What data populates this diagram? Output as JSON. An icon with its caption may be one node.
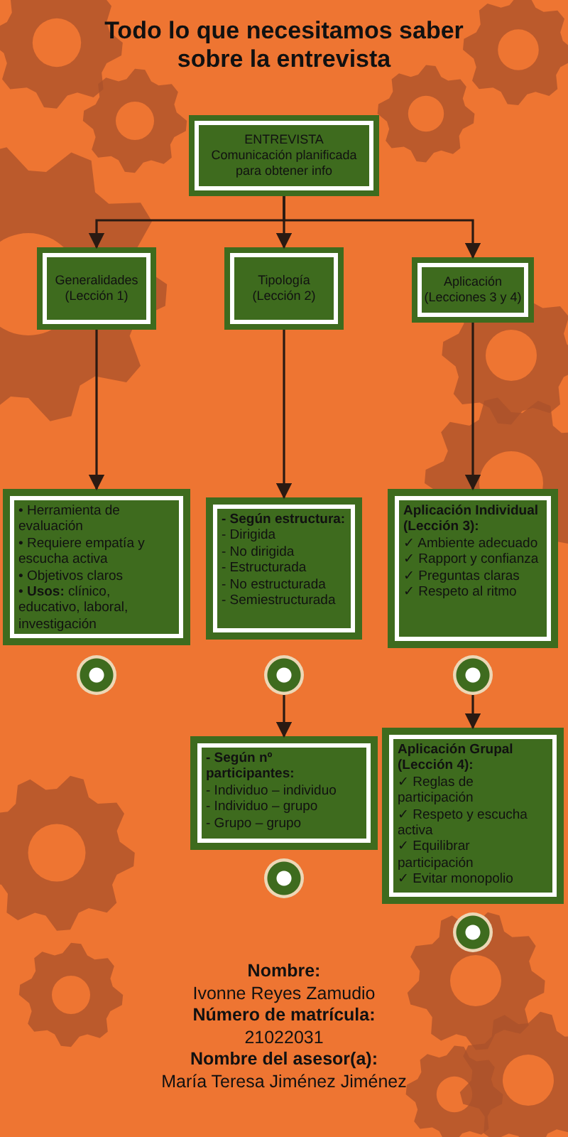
{
  "diagram": {
    "title": "Todo lo que necesitamos saber sobre la entrevista",
    "nodes": [
      {
        "text": [
          "ENTREVISTA",
          "Comunicación planificada para obtener info"
        ]
      },
      {
        "text": [
          "Generalidades (Lección 1)"
        ]
      },
      {
        "text": [
          "Tipología (Lección 2)"
        ]
      },
      {
        "text": [
          "Aplicación (Lecciones 3 y 4)"
        ]
      },
      {
        "text": [
          "• Herramienta de evaluación",
          "• Requiere empatía y escucha activa",
          "• Objetivos claros",
          "• **Usos:** clínico, educativo, laboral, investigación"
        ]
      },
      {
        "text": [
          "- Según estructura:",
          "- Dirigida",
          "- No dirigida",
          "- Estructurada",
          "- No estructurada",
          "- Semiestructurada"
        ]
      },
      {
        "text": [
          "Aplicación Individual (Lección 3):",
          "✓ Ambiente adecuado",
          "✓ Rapport y confianza",
          "✓ Preguntas claras",
          "✓ Respeto al ritmo"
        ]
      },
      {
        "text": [],
        "shape": "circle"
      },
      {
        "text": [],
        "shape": "circle"
      },
      {
        "text": [],
        "shape": "circle"
      },
      {
        "text": [
          "- Según nº participantes:",
          "- Individuo – individuo",
          "- Individuo – grupo",
          "- Grupo – grupo"
        ]
      },
      {
        "text": [
          "Aplicación Grupal (Lección 4):",
          "✓ Reglas de participación",
          "✓ Respeto y escucha activa",
          "✓ Equilibrar participación",
          "✓ Evitar monopolio"
        ]
      },
      {
        "text": [],
        "shape": "circle"
      },
      {
        "text": [],
        "shape": "circle"
      }
    ],
    "edges": [
      {
        "from": 0,
        "to": 1,
        "arrow": "to"
      },
      {
        "from": 0,
        "to": 2,
        "arrow": "to"
      },
      {
        "from": 0,
        "to": 3,
        "arrow": "to"
      },
      {
        "from": 1,
        "to": 4,
        "arrow": "to"
      },
      {
        "from": 2,
        "to": 5,
        "arrow": "to"
      },
      {
        "from": 3,
        "to": 6,
        "arrow": "to"
      },
      {
        "from": 8,
        "to": 10,
        "arrow": "to"
      },
      {
        "from": 9,
        "to": 11,
        "arrow": "to"
      }
    ],
    "labels": [
      "Nombre:",
      "Ivonne Reyes Zamudio",
      "Número de matrícula:",
      "21022031",
      "Nombre del asesor(a):",
      "María Teresa Jiménez Jiménez"
    ]
  }
}
